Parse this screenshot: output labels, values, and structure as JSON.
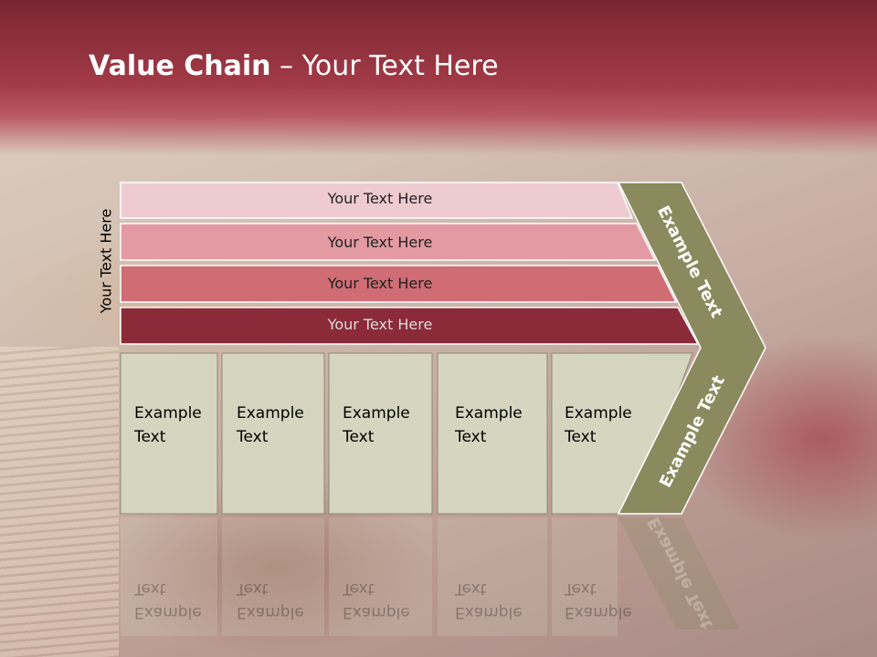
{
  "slide": {
    "title_bold": "Value Chain",
    "title_rest": " – Your Text Here",
    "vertical_label": "Your Text Here"
  },
  "bars": [
    {
      "label": "Your Text Here",
      "fill": "#eecbd1",
      "text_color": "#222222"
    },
    {
      "label": "Your Text Here",
      "fill": "#e39aa2",
      "text_color": "#222222"
    },
    {
      "label": "Your Text Here",
      "fill": "#cf6c74",
      "text_color": "#222222"
    },
    {
      "label": "Your Text Here",
      "fill": "#8b2a38",
      "text_color": "#dcdcdc"
    }
  ],
  "boxes": [
    {
      "line1": "Example",
      "line2": "Text"
    },
    {
      "line1": "Example",
      "line2": "Text"
    },
    {
      "line1": "Example",
      "line2": "Text"
    },
    {
      "line1": "Example",
      "line2": "Text"
    },
    {
      "line1": "Example",
      "line2": "Text"
    }
  ],
  "chevron": {
    "upper_label": "Example Text",
    "lower_label": "Example Text",
    "fill": "#8a8a5e"
  },
  "colors": {
    "header_dark": "#7a2632",
    "box_fill": "#d5d5c0"
  }
}
